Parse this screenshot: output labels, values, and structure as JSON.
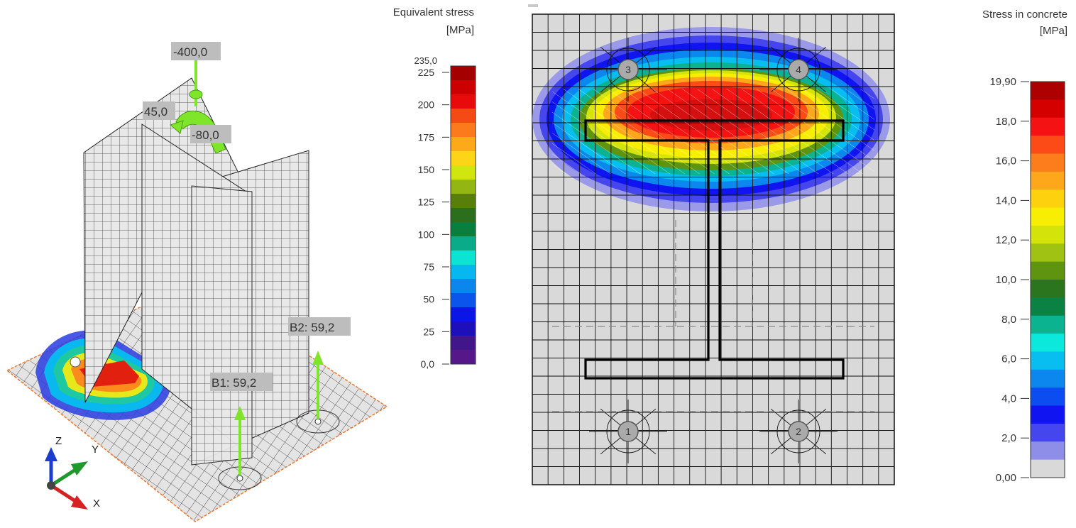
{
  "left_view": {
    "load_labels": {
      "axial": "-400,0",
      "moment_a": "45,0",
      "moment_b": "-80,0"
    },
    "reaction_labels": {
      "b1": "B1: 59,2",
      "b2": "B2: 59,2"
    },
    "axes": {
      "z": "Z",
      "y": "Y",
      "x": "X"
    }
  },
  "legend_steel": {
    "title_line1": "Equivalent stress",
    "title_line2": "[MPa]",
    "max_label": "235,0",
    "ticks": [
      "225",
      "200",
      "175",
      "150",
      "125",
      "100",
      "75",
      "50",
      "25",
      "0,0"
    ],
    "colors": [
      "#a50000",
      "#cd0000",
      "#e90b0b",
      "#f44a14",
      "#fc7a1b",
      "#fdaa19",
      "#fed418",
      "#d1e50f",
      "#94b612",
      "#577f0a",
      "#2b6e1c",
      "#097e3f",
      "#0aab89",
      "#0ce3d3",
      "#07b8f0",
      "#0a86ec",
      "#0b54ec",
      "#0b16e6",
      "#1d0fb9",
      "#40168a",
      "#561888"
    ]
  },
  "legend_concrete": {
    "title_line1": "Stress in concrete",
    "title_line2": "[MPa]",
    "ticks": [
      "19,90",
      "18,0",
      "16,0",
      "14,0",
      "12,0",
      "10,0",
      "8,0",
      "6,0",
      "4,0",
      "2,0",
      "0,00"
    ],
    "colors": [
      "#ad0000",
      "#d40000",
      "#f41212",
      "#fc4b17",
      "#fd7d1c",
      "#fea71a",
      "#fed10e",
      "#f7ee04",
      "#d4e40b",
      "#9fc213",
      "#5e9410",
      "#2b751f",
      "#0a8244",
      "#0bb390",
      "#0ce8dc",
      "#08bef0",
      "#0b87ee",
      "#0b4df1",
      "#0f14f0",
      "#4646ee",
      "#8e8ee8",
      "#d9d9d9"
    ]
  },
  "plate_view": {
    "bolts": [
      "1",
      "2",
      "3",
      "4"
    ]
  }
}
